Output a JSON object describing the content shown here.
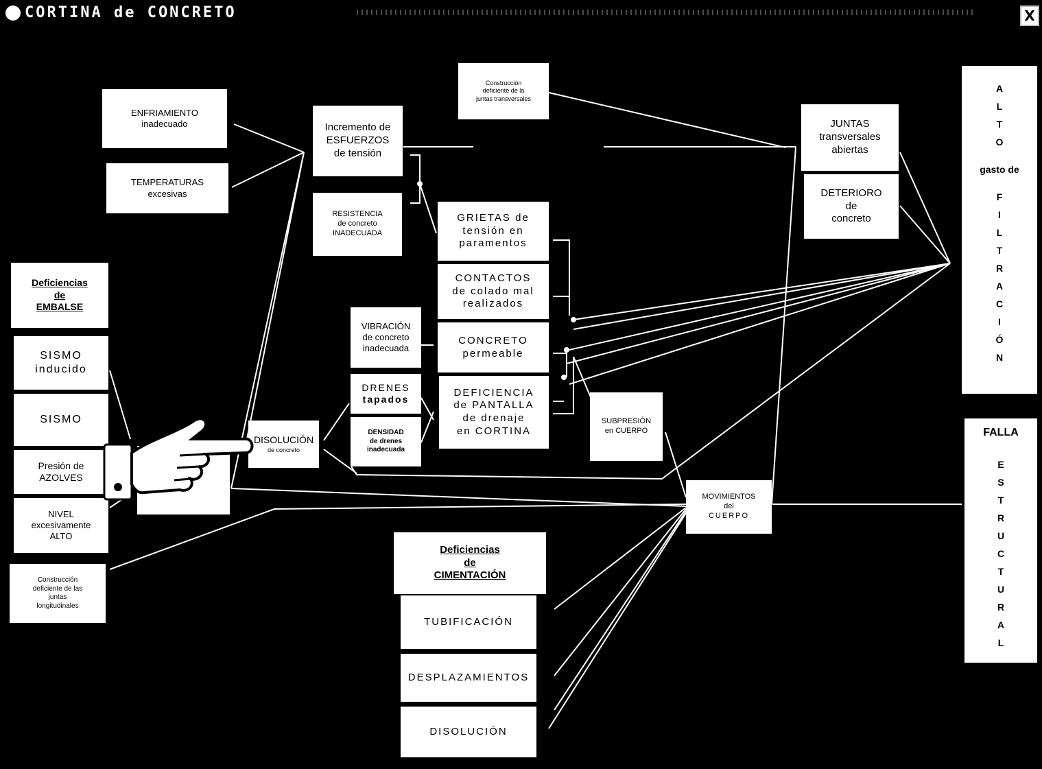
{
  "window": {
    "title": "CORTINA de CONCRETO",
    "close_label": "X",
    "app_icon": "app-icon",
    "close_icon": "close-icon"
  },
  "nodes": {
    "enfriamiento": [
      "ENFRIAMIENTO",
      "inadecuado"
    ],
    "temperaturas": [
      "TEMPERATURAS",
      "excesivas"
    ],
    "incremento": [
      "Incremento de",
      "ESFUERZOS",
      "de tensión"
    ],
    "resistencia": [
      "RESISTENCIA",
      "de concreto",
      "INADECUADA"
    ],
    "construccion_transv": [
      "Construcción",
      "deficiente de la",
      "juntas transversales"
    ],
    "juntas": [
      "JUNTAS",
      "transversales",
      "abiertas"
    ],
    "deterioro": [
      "DETERIORO",
      "de",
      "concreto"
    ],
    "grietas": [
      "GRIETAS de",
      "tensión en",
      "paramentos"
    ],
    "contactos": [
      "CONTACTOS",
      "de colado mal",
      "realizados"
    ],
    "vibracion": [
      "VIBRACIÓN",
      "de concreto",
      "inadecuada"
    ],
    "concreto_perm": [
      "CONCRETO",
      "permeable"
    ],
    "drenes": [
      "DRENES",
      "tapados"
    ],
    "densidad": [
      "DENSIDAD",
      "de drenes",
      "inadecuada"
    ],
    "deficiencia_pantalla": [
      "DEFICIENCIA",
      "de PANTALLA",
      "de drenaje",
      "en CORTINA"
    ],
    "subpresion": [
      "SUBPRESIÓN",
      "en CUERPO"
    ],
    "disolucion_concreto": [
      "DISOLUCIÓN",
      "de concreto"
    ],
    "movimientos": [
      "MOVIMIENTOS",
      "del",
      "CUERPO"
    ],
    "embalse_header": [
      "Deficiencias",
      "de",
      "EMBALSE"
    ],
    "sismo_inducido": [
      "SISMO",
      "inducido"
    ],
    "sismo": [
      "SISMO"
    ],
    "presion_azolves": [
      "Presión de",
      "AZOLVES"
    ],
    "nivel_alto": [
      "NIVEL",
      "excesivamente",
      "ALTO"
    ],
    "construccion_long": [
      "Construcción",
      "deficiente de las",
      "juntas",
      "longitudinales"
    ],
    "cimentacion_header": [
      "Deficiencias",
      "de",
      "CIMENTACIÓN"
    ],
    "tubificacion": [
      "TUBIFICACIÓN"
    ],
    "desplazamientos": [
      "DESPLAZAMIENTOS"
    ],
    "disolucion_cim": [
      "DISOLUCIÓN"
    ],
    "alto_gasto": [
      "A",
      "L",
      "T",
      "O",
      "gasto de",
      "F",
      "I",
      "L",
      "T",
      "R",
      "A",
      "C",
      "I",
      "Ó",
      "N"
    ],
    "falla_estructural": [
      "FALLA",
      "E",
      "S",
      "T",
      "R",
      "U",
      "C",
      "T",
      "U",
      "R",
      "A",
      "L"
    ]
  },
  "pointer": {
    "icon": "pointing-hand-icon"
  },
  "colors": {
    "background": "#000000",
    "box": "#ffffff",
    "line": "#ffffff"
  }
}
